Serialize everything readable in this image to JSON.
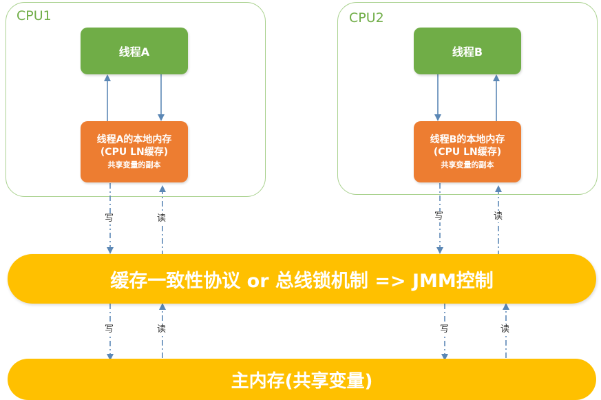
{
  "cpu1": {
    "label": "CPU1",
    "thread": "线程A",
    "cache": {
      "line1": "线程A的本地内存",
      "line2": "(CPU LN缓存)",
      "line3": "共享变量的副本"
    }
  },
  "cpu2": {
    "label": "CPU2",
    "thread": "线程B",
    "cache": {
      "line1": "线程B的本地内存",
      "line2": "(CPU LN缓存)",
      "line3": "共享变量的副本"
    }
  },
  "bus": {
    "label": "缓存一致性协议 or 总线锁机制 => JMM控制"
  },
  "memory": {
    "label": "主内存(共享变量)"
  },
  "flow": {
    "write": "写",
    "read": "读"
  },
  "colors": {
    "thread": "#70ad47",
    "cache": "#ed7d31",
    "bus": "#ffc000",
    "arrow": "#5b87b5",
    "cpu_border": "#a9d18e"
  }
}
